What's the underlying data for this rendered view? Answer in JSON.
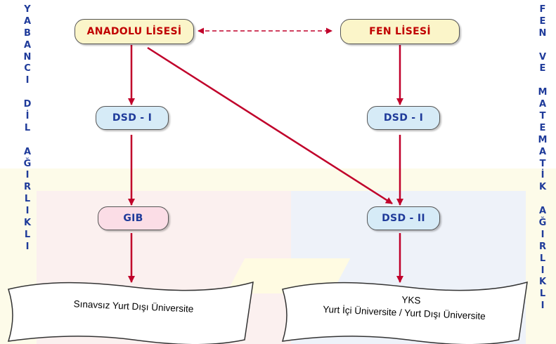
{
  "vertical_labels": {
    "left": [
      "Y",
      "A",
      "B",
      "A",
      "N",
      "C",
      "I",
      "",
      "D",
      "İ",
      "L",
      "",
      "A",
      "Ğ",
      "I",
      "R",
      "L",
      "I",
      "K",
      "L",
      "I"
    ],
    "right": [
      "F",
      "E",
      "N",
      "",
      "V",
      "E",
      "",
      "M",
      "A",
      "T",
      "E",
      "M",
      "A",
      "T",
      "İ",
      "K",
      "",
      "A",
      "Ğ",
      "I",
      "R",
      "L",
      "I",
      "K",
      "L",
      "I"
    ]
  },
  "nodes": {
    "anadolu": "ANADOLU LİSESİ",
    "fen": "FEN LİSESİ",
    "dsd1_left": "DSD - I",
    "dsd1_right": "DSD - I",
    "gib": "GIB",
    "dsd2": "DSD - II"
  },
  "outcomes": {
    "left": "Sınavsız Yurt Dışı Üniversite",
    "right_line1": "YKS",
    "right_line2": "Yurt İçi Üniversite / Yurt Dışı Üniversite"
  },
  "colors": {
    "arrow": "#c0002a",
    "school_fill": "#fbf5c9",
    "school_text": "#c00000",
    "exam_fill": "#d6ebf7",
    "gib_fill": "#fbdde6",
    "label_blue": "#1f3b9a"
  }
}
